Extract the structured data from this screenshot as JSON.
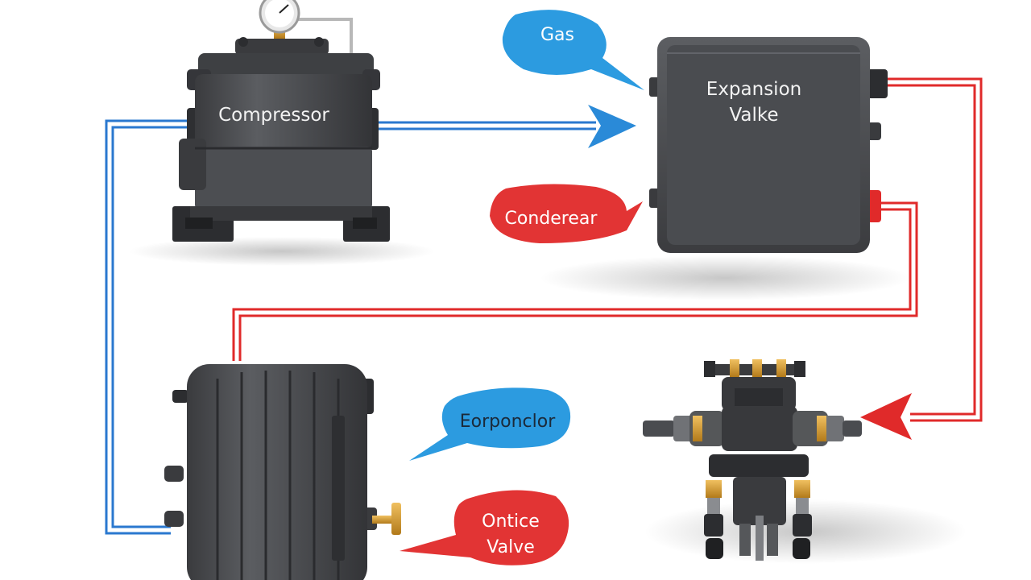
{
  "labels": {
    "compressor": "Compressor",
    "expansion_valve_line1": "Expansion",
    "expansion_valve_line2": "Valke",
    "gas": "Gas",
    "condenser": "Conderear",
    "evaporator": "Eorponclor",
    "orifice_valve_line1": "Ontice",
    "orifice_valve_line2": "Valve"
  },
  "colors": {
    "hot_line": "#e02a2a",
    "cold_line": "#2a78cf",
    "blue_bubble": "#2c9be0",
    "red_bubble": "#e23434",
    "unit_body": "#4a4c50",
    "unit_dark": "#2c2d30",
    "brass": "#d49a2a"
  },
  "icons": {
    "gauge": "pressure-gauge-icon",
    "fitting": "brass-valve-icon"
  }
}
